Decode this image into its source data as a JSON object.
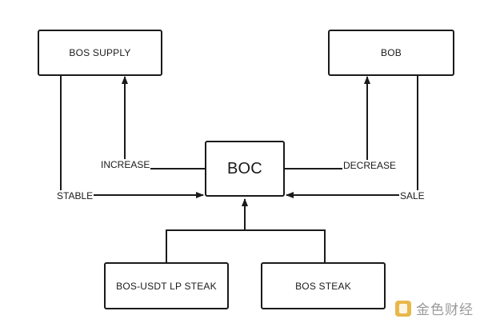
{
  "nodes": {
    "bos_supply": "BOS SUPPLY",
    "bob": "BOB",
    "boc": "BOC",
    "bos_usdt_lp_steak": "BOS-USDT LP STEAK",
    "bos_steak": "BOS STEAK"
  },
  "edge_labels": {
    "increase": "INCREASE",
    "decrease": "DECREASE",
    "stable": "STABLE",
    "sale": "SALE"
  },
  "watermark": {
    "text": "金色财经",
    "color": "#e8b84a"
  }
}
